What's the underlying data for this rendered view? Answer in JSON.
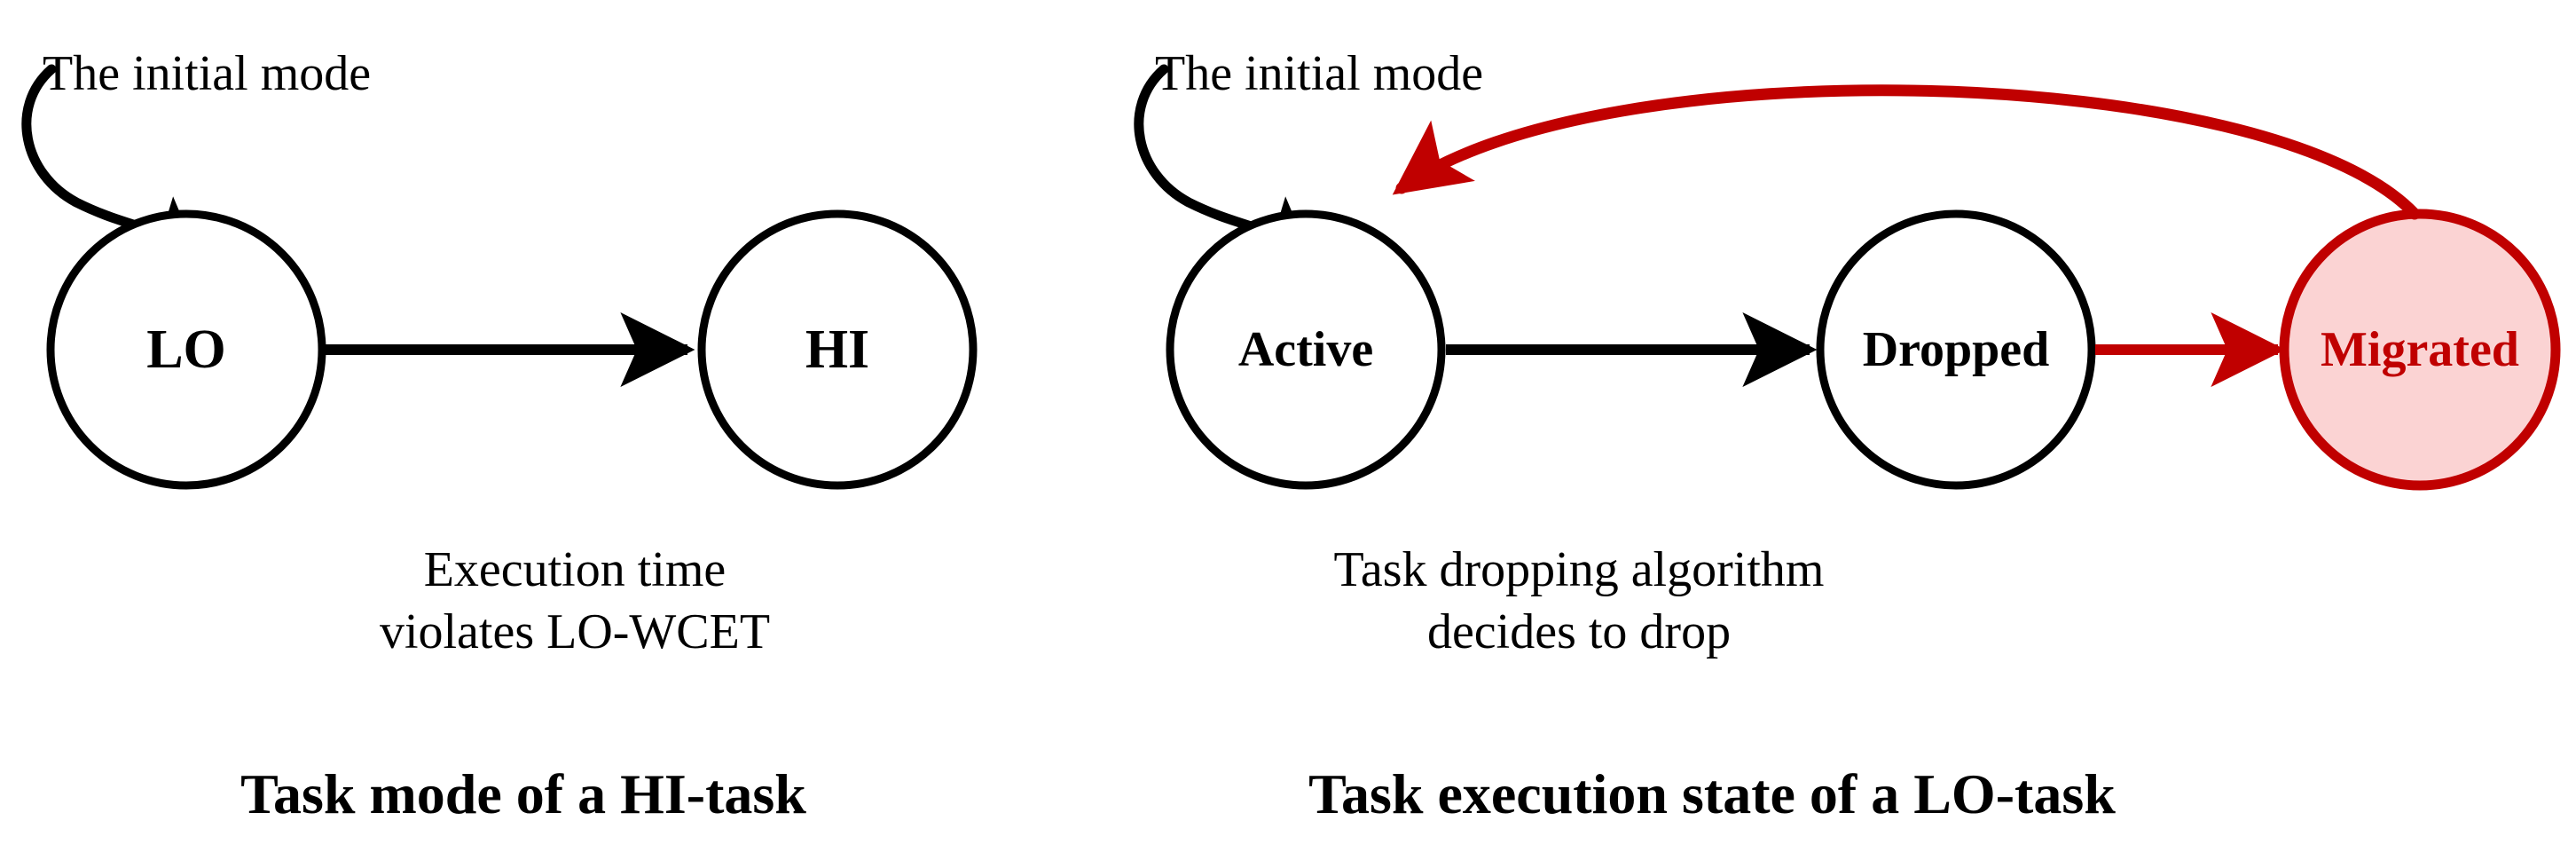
{
  "figure": {
    "background_color": "#FFFFFF",
    "stroke_color": "#000000",
    "accent_color": "#C00000",
    "accent_fill_color": "#FBD3D3"
  },
  "left_panel": {
    "caption": "Task mode of a HI-task",
    "initial_label": "The initial mode",
    "nodes": [
      {
        "id": "lo",
        "label": "LO"
      },
      {
        "id": "hi",
        "label": "HI"
      }
    ],
    "transition_label_line1": "Execution time",
    "transition_label_line2": "violates LO-WCET"
  },
  "right_panel": {
    "caption": "Task execution state of a LO-task",
    "initial_label": "The initial mode",
    "nodes": [
      {
        "id": "active",
        "label": "Active"
      },
      {
        "id": "dropped",
        "label": "Dropped"
      },
      {
        "id": "migrated",
        "label": "Migrated"
      }
    ],
    "transition_label_line1": "Task dropping algorithm",
    "transition_label_line2": "decides to drop"
  }
}
